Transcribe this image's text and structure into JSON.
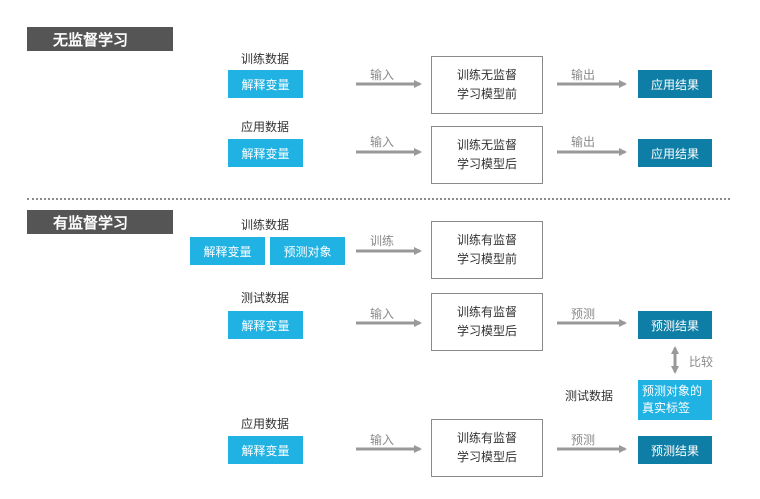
{
  "unsupervised": {
    "title": "无监督学习",
    "rows": [
      {
        "data_label": "训练数据",
        "chips": [
          "解释变量"
        ],
        "arrow_in": "输入",
        "model": [
          "训练无监督",
          "学习模型前"
        ],
        "arrow_out": "输出",
        "result": "应用结果"
      },
      {
        "data_label": "应用数据",
        "chips": [
          "解释变量"
        ],
        "arrow_in": "输入",
        "model": [
          "训练无监督",
          "学习模型后"
        ],
        "arrow_out": "输出",
        "result": "应用结果"
      }
    ]
  },
  "supervised": {
    "title": "有监督学习",
    "rows": [
      {
        "data_label": "训练数据",
        "chips": [
          "解释变量",
          "预测对象"
        ],
        "arrow_in": "训练",
        "model": [
          "训练有监督",
          "学习模型前"
        ]
      },
      {
        "data_label": "测试数据",
        "chips": [
          "解释变量"
        ],
        "arrow_in": "输入",
        "model": [
          "训练有监督",
          "学习模型后"
        ],
        "arrow_out": "预测",
        "result": "预测结果"
      },
      {
        "data_label": "应用数据",
        "chips": [
          "解释变量"
        ],
        "arrow_in": "输入",
        "model": [
          "训练有监督",
          "学习模型后"
        ],
        "arrow_out": "预测",
        "result": "预测结果"
      }
    ],
    "compare_label": "比较",
    "truth_data_label": "测试数据",
    "truth_box": [
      "预测对象的",
      "真实标签"
    ]
  },
  "colors": {
    "chip": "#1fb2e3",
    "result": "#0f7ea6",
    "title_bg": "#555555",
    "arrow": "#999999"
  }
}
